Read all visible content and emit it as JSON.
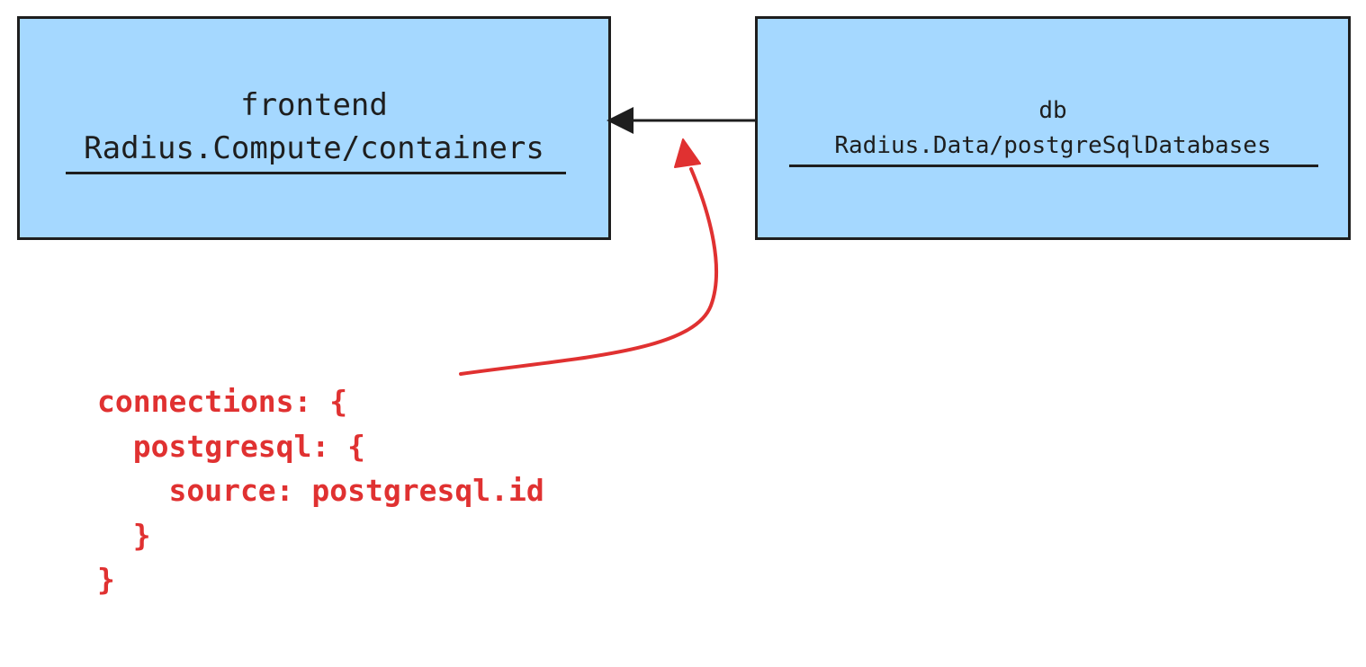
{
  "nodes": {
    "frontend": {
      "name": "frontend",
      "type": "Radius.Compute/containers"
    },
    "db": {
      "name": "db",
      "type": "Radius.Data/postgreSqlDatabases"
    }
  },
  "edge": {
    "from": "db",
    "to": "frontend"
  },
  "annotation": {
    "code": "connections: {\n  postgresql: {\n    source: postgresql.id\n  }\n}"
  },
  "colors": {
    "box_fill": "#a5d8ff",
    "stroke": "#1e1e1e",
    "annotation": "#e03131"
  }
}
